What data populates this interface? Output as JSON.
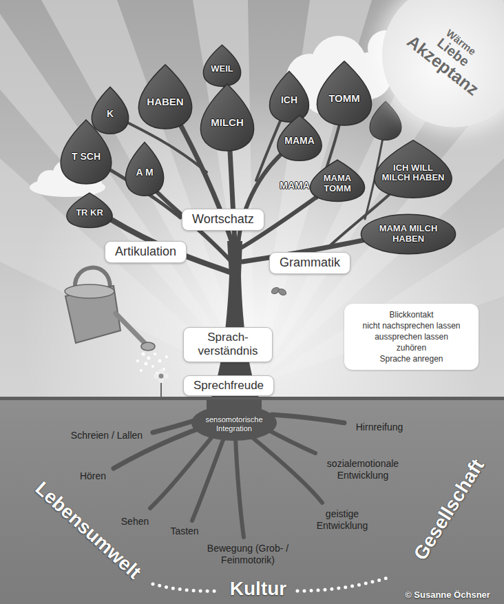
{
  "diagram": {
    "nodes": [
      {
        "text": [
          "Wärme",
          "Liebe",
          "Akzeptanz"
        ]
      },
      {
        "text": [
          "WEIL"
        ]
      },
      {
        "text": [
          "HABEN"
        ]
      },
      {
        "text": [
          "ICH"
        ]
      },
      {
        "text": [
          "TOMM"
        ]
      },
      {
        "text": [
          "K"
        ]
      },
      {
        "text": [
          "MILCH"
        ]
      },
      {
        "text": [
          "MAMA"
        ]
      },
      {
        "text": [
          "T SCH"
        ]
      },
      {
        "text": [
          "A M"
        ]
      },
      {
        "text": [
          "ICH WILL MILCH HABEN"
        ]
      },
      {
        "text": [
          "MAMA TOMM"
        ]
      },
      {
        "text": [
          "TR KR"
        ]
      },
      {
        "text": [
          "Wortschatz"
        ]
      },
      {
        "text": [
          "MAMA MILCH HABEN"
        ]
      },
      {
        "text": [
          "Artikulation"
        ]
      },
      {
        "text": [
          "Grammatik"
        ]
      },
      {
        "text": [
          "Blickkontakt",
          "nicht nachsprechen lassen",
          "aussprechen lassen",
          "zuhören",
          "Sprache anregen"
        ]
      },
      {
        "text": [
          "Sprach- verständnis"
        ]
      },
      {
        "text": [
          "Sprechfreude"
        ]
      }
    ],
    "labels": [
      "MAMA",
      "sensomotorische Integration",
      "Schreien / Lallen",
      "Hirnreifung",
      "Hören",
      "sozialemotionale Entwicklung",
      "Sehen",
      "geistige Entwicklung",
      "Tasten",
      "Bewegung (Grob- / Feinmotorik)",
      "Lebensumwelt",
      "Kultur",
      "Gesellschaft",
      "© Susanne Öchsner"
    ]
  }
}
